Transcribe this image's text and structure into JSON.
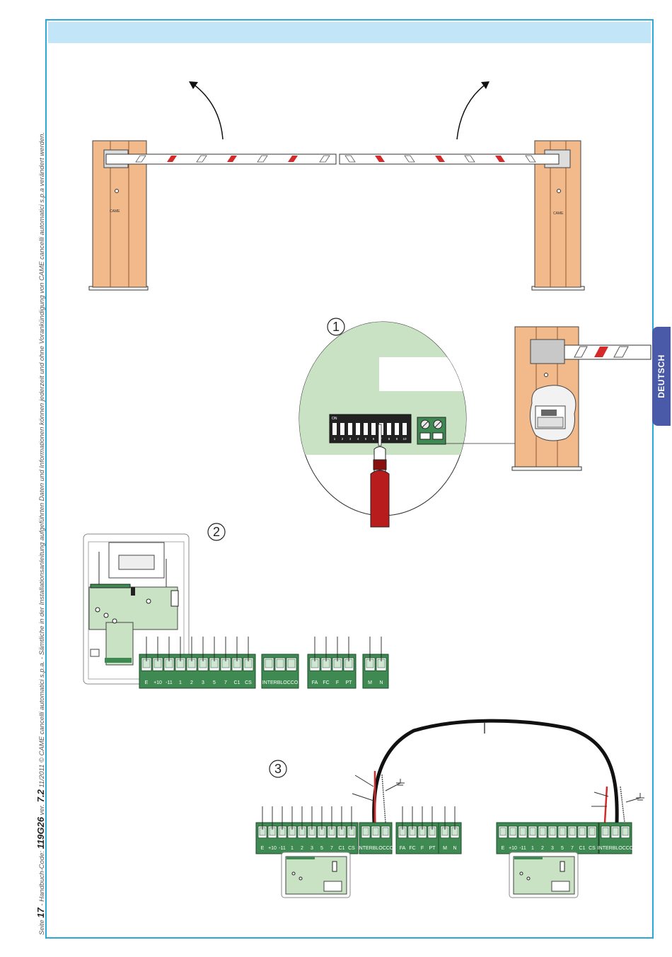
{
  "side_text": {
    "prefix": "Seite",
    "page": "17",
    "manual_label": " - Handbuch-Code: ",
    "code": "119G26",
    "ver_label": " ver. ",
    "version": "7.2",
    "rest": " 11/2011 © CAME cancelli automatici s.p.a. - Sämtliche in der Installationsanleitung aufgeführten Daten und Informationen können jederzeit und ohne Vorankündigung von CAME cancelli automatici s.p.a verändert werden."
  },
  "language_tab": "DEUTSCH",
  "brand": "CAME",
  "step_numbers": [
    "1",
    "2",
    "3"
  ],
  "dip_switch": {
    "on_label": "ON",
    "numbers": [
      "1",
      "2",
      "3",
      "4",
      "5",
      "6",
      "7",
      "8",
      "9",
      "10"
    ]
  },
  "terminals": {
    "main": [
      "E",
      "+10",
      "-11",
      "1",
      "2",
      "3",
      "5",
      "7",
      "C1",
      "CS"
    ],
    "interlock": "INTERBLOCCO",
    "limit": [
      "FA",
      "FC",
      "F",
      "PT"
    ],
    "motor": [
      "M",
      "N"
    ]
  },
  "colors": {
    "frame": "#2aa8d8",
    "header": "#c2e6f8",
    "tab": "#4a5aa8",
    "post": "#f2b98a",
    "terminal": "#3f8a52",
    "stripe": "#d42a2a",
    "zoom": "#c9e2c4"
  }
}
